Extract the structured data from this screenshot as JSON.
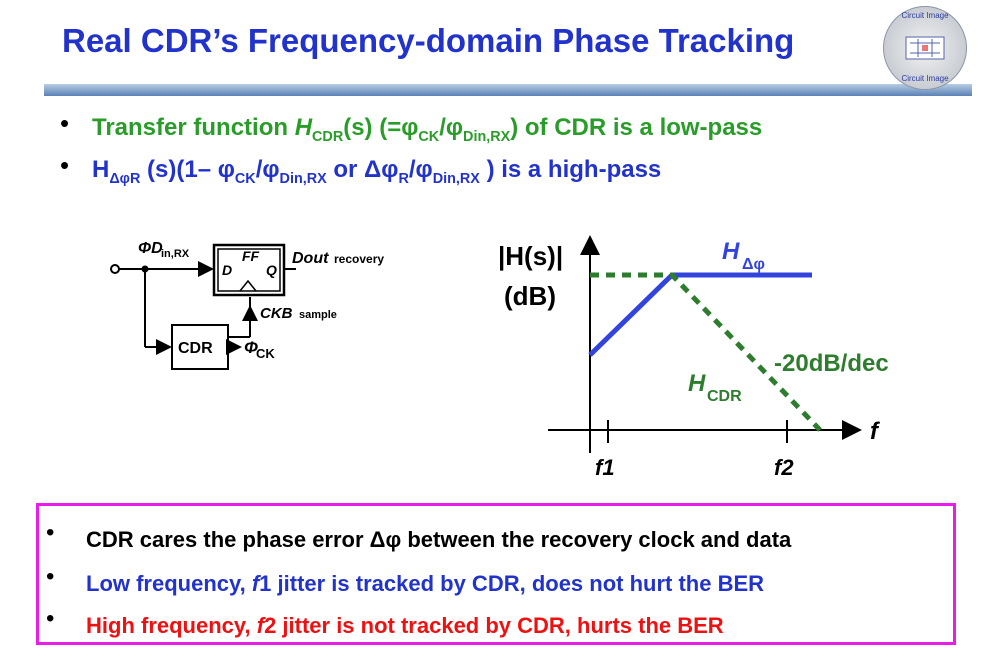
{
  "slide": {
    "title": "Real CDR’s Frequency-domain Phase Tracking",
    "logo_text_top": "Circuit Image",
    "logo_text_bottom": "Circuit Image"
  },
  "bullets_top": [
    {
      "pre": "Transfer function ",
      "H": "H",
      "sub1": "CDR",
      "mid1": "(s) (=φ",
      "sub2": "CK",
      "mid2": "/φ",
      "sub3": "Din,RX",
      "post": ") of CDR is a low-pass",
      "color": "#2a9c2a"
    },
    {
      "pre": "H",
      "sub1": "ΔφR",
      "mid1": " (s)(1– φ",
      "sub2": "CK",
      "mid2": "/φ",
      "sub3": "Din,RX",
      "mid3": " or Δφ",
      "sub4": "R",
      "mid4": "/φ",
      "sub5": "Din,RX",
      "post": " ) is a high-pass",
      "color": "#2233cc"
    }
  ],
  "block_diagram": {
    "input_label": "ΦD",
    "input_sub": "in,RX",
    "ff_label": "FF",
    "ff_d": "D",
    "ff_q": "Q",
    "out_label": "Dout",
    "out_sub": "recovery",
    "clk_label": "CKB",
    "clk_sub": "sample",
    "cdr_label": "CDR",
    "phi_ck_label": "Φ",
    "phi_ck_sub": "CK"
  },
  "graph": {
    "ylabel_1": "|H(s)|",
    "ylabel_2": "(dB)",
    "xlabel": "f",
    "f1_label": "f1",
    "f2_label": "f2",
    "h_dphi": "H",
    "h_dphi_sub": "Δφ",
    "h_cdr": "H",
    "h_cdr_sub": "CDR",
    "slope_label": "-20dB/dec",
    "blue": "#3344dd",
    "green": "#2e7d2e"
  },
  "bullets_box": [
    {
      "text_a": "CDR cares the phase error Δφ between the recovery clock and data",
      "color": "#000000"
    },
    {
      "text_a": "Low frequency, ",
      "italic": "f",
      "text_b": "1 jitter is tracked by CDR, does not hurt the BER",
      "color": "#2233cc"
    },
    {
      "text_a": "High frequency, ",
      "italic": "f",
      "text_b": "2 jitter is not tracked by CDR, hurts the BER",
      "color": "#ee1111"
    }
  ],
  "colors": {
    "title": "#2233cc",
    "box_border": "#e81de8"
  }
}
